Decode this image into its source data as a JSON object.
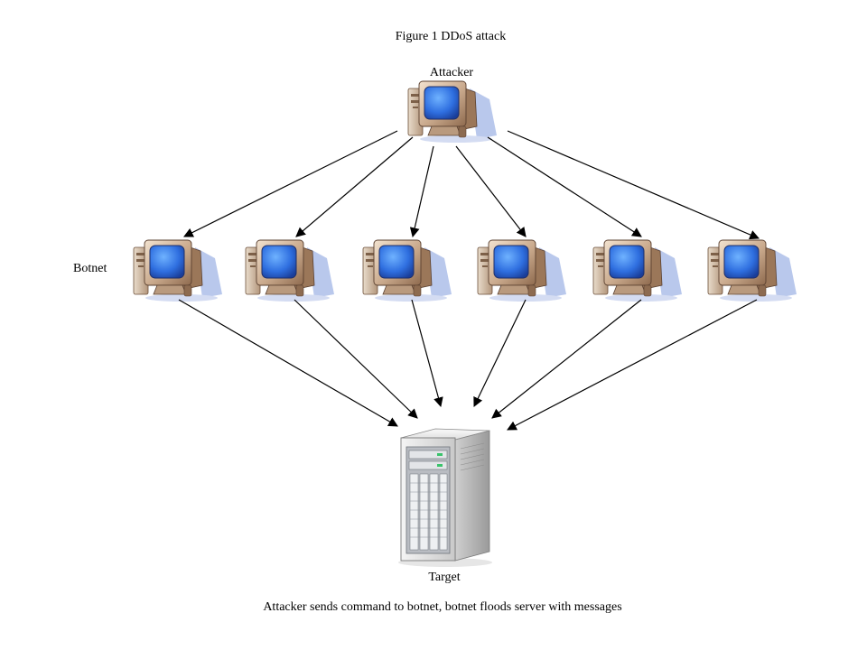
{
  "figure": {
    "title": "Figure 1 DDoS attack",
    "caption": "Attacker sends command to botnet, botnet floods server with messages"
  },
  "nodes": {
    "attacker": {
      "label": "Attacker",
      "icon": "desktop-computer-icon"
    },
    "botnet": {
      "label": "Botnet",
      "count": 6,
      "icon": "desktop-computer-icon"
    },
    "target": {
      "label": "Target",
      "icon": "server-tower-icon"
    }
  },
  "colors": {
    "monitor_casing": "#c9a98c",
    "screen": "#2f6fe0",
    "shadow": "#b9c8ec",
    "server_body": "#d8d8d8",
    "arrow": "#000000"
  }
}
